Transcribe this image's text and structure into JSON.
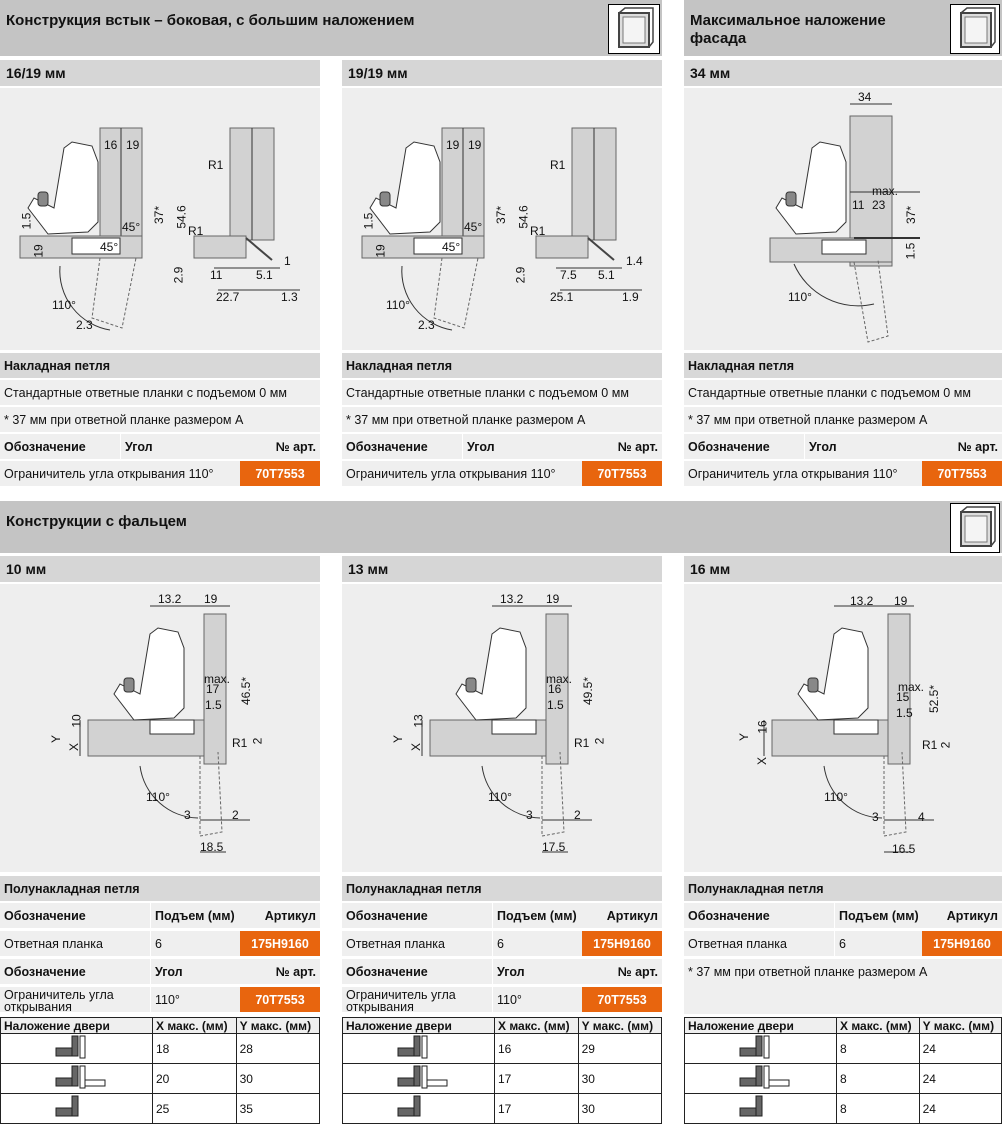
{
  "sections": {
    "top_left": "Конструкция встык – боковая, с большим наложением",
    "top_right": "Максимальное наложение фасада",
    "bottom": "Конструкции с фальцем"
  },
  "colors": {
    "accent": "#e8650e",
    "header": "#c4c4c4"
  },
  "top_panels": [
    {
      "title": "16/19 мм",
      "hinge": "Накладная петля",
      "note1": "Стандартные ответные планки с подъемом 0 мм",
      "note2": "* 37 мм при ответной планке размером А",
      "col1": "Обозначение",
      "col2": "Угол",
      "col3": "№ арт.",
      "item": "Ограничитель угла открывания 110°",
      "art": "70T7553",
      "dims": [
        "16",
        "19",
        "R1",
        "37*",
        "54.6",
        "45°",
        "R1",
        "45°",
        "19",
        "1.5",
        "1",
        "2.9",
        "11",
        "5.1",
        "22.7",
        "1.3",
        "110°",
        "2.3"
      ]
    },
    {
      "title": "19/19 мм",
      "hinge": "Накладная петля",
      "note1": "Стандартные ответные планки с подъемом 0 мм",
      "note2": "* 37 мм при ответной планке размером А",
      "col1": "Обозначение",
      "col2": "Угол",
      "col3": "№ арт.",
      "item": "Ограничитель угла открывания 110°",
      "art": "70T7553",
      "dims": [
        "19",
        "19",
        "R1",
        "37*",
        "54.6",
        "45°",
        "R1",
        "45°",
        "19",
        "1.5",
        "1.4",
        "2.9",
        "7.5",
        "5.1",
        "25.1",
        "1.9",
        "110°",
        "2.3"
      ]
    },
    {
      "title": "34 мм",
      "hinge": "Накладная петля",
      "note1": "Стандартные ответные планки с подъемом 0 мм",
      "note2": "* 37 мм при ответной планке размером А",
      "col1": "Обозначение",
      "col2": "Угол",
      "col3": "№ арт.",
      "item": "Ограничитель угла открывания 110°",
      "art": "70T7553",
      "dims": [
        "34",
        "max.",
        "11",
        "23",
        "37*",
        "1.5",
        "110°"
      ]
    }
  ],
  "bottom_panels": [
    {
      "title": "10 мм",
      "hinge": "Полунакладная петля",
      "h1": [
        "Обозначение",
        "Подъем (мм)",
        "Артикул"
      ],
      "r1": [
        "Ответная планка",
        "6",
        "175H9160"
      ],
      "h2": [
        "Обозначение",
        "Угол",
        "№ арт."
      ],
      "r2": [
        "Ограничитель угла открывания",
        "110°",
        "70T7553"
      ],
      "ov_head": [
        "Наложение двери",
        "X макс. (мм)",
        "Y макс. (мм)"
      ],
      "ov_rows": [
        [
          "18",
          "28"
        ],
        [
          "20",
          "30"
        ],
        [
          "25",
          "35"
        ]
      ],
      "dims": [
        "13.2",
        "19",
        "max.",
        "17",
        "1.5",
        "46.5*",
        "Y",
        "X",
        "10",
        "R1",
        "2",
        "110°",
        "3",
        "2",
        "18.5"
      ]
    },
    {
      "title": "13 мм",
      "hinge": "Полунакладная петля",
      "h1": [
        "Обозначение",
        "Подъем (мм)",
        "Артикул"
      ],
      "r1": [
        "Ответная планка",
        "6",
        "175H9160"
      ],
      "h2": [
        "Обозначение",
        "Угол",
        "№ арт."
      ],
      "r2": [
        "Ограничитель угла открывания",
        "110°",
        "70T7553"
      ],
      "ov_head": [
        "Наложение двери",
        "X макс. (мм)",
        "Y макс. (мм)"
      ],
      "ov_rows": [
        [
          "16",
          "29"
        ],
        [
          "17",
          "30"
        ],
        [
          "17",
          "30"
        ]
      ],
      "dims": [
        "13.2",
        "19",
        "max.",
        "16",
        "1.5",
        "49.5*",
        "Y",
        "X",
        "13",
        "R1",
        "2",
        "110°",
        "3",
        "2",
        "17.5"
      ]
    },
    {
      "title": "16 мм",
      "hinge": "Полунакладная петля",
      "h1": [
        "Обозначение",
        "Подъем (мм)",
        "Артикул"
      ],
      "r1": [
        "Ответная планка",
        "6",
        "175H9160"
      ],
      "note": "* 37 мм при ответной планке размером А",
      "ov_head": [
        "Наложение двери",
        "X макс. (мм)",
        "Y макс. (мм)"
      ],
      "ov_rows": [
        [
          "8",
          "24"
        ],
        [
          "8",
          "24"
        ],
        [
          "8",
          "24"
        ]
      ],
      "dims": [
        "13.2",
        "19",
        "max.",
        "15",
        "1.5",
        "52.5*",
        "Y",
        "16",
        "X",
        "R1",
        "2",
        "110°",
        "3",
        "4",
        "16.5"
      ]
    }
  ]
}
